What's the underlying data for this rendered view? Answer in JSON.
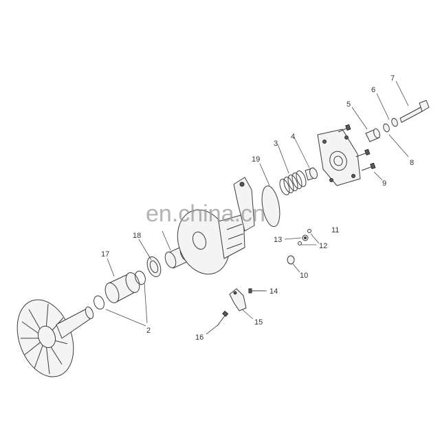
{
  "watermark": "en.china.cn",
  "callouts": {
    "c2": "2",
    "c3": "3",
    "c4": "4",
    "c5": "5",
    "c6": "6",
    "c7": "7",
    "c8": "8",
    "c9": "9",
    "c10": "10",
    "c11": "11",
    "c12": "12",
    "c13": "13",
    "c14": "14",
    "c15": "15",
    "c16": "16",
    "c17": "17",
    "c18": "18",
    "c19": "19"
  }
}
